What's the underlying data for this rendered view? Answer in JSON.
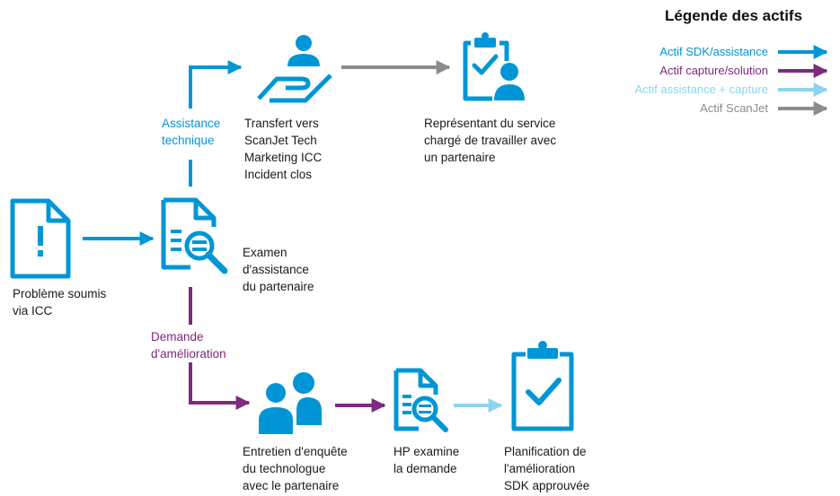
{
  "legend": {
    "title": "Légende des actifs",
    "items": [
      {
        "label": "Actif SDK/assistance",
        "color": "#0096d6"
      },
      {
        "label": "Actif capture/solution",
        "color": "#7d2a7f"
      },
      {
        "label": "Actif assistance + capture",
        "color": "#8fd3ee"
      },
      {
        "label": "Actif ScanJet",
        "color": "#8c8c8c"
      }
    ]
  },
  "nodes": {
    "issue": "Problème soumis\nvia ICC",
    "review": "Examen\nd'assistance\ndu partenaire",
    "transfer": "Transfert vers\nScanJet Tech\nMarketing ICC\nIncident clos",
    "representative": "Représentant du service\nchargé de travailler avec\nun partenaire",
    "interview": "Entretien d'enquête\ndu technologue\navec le partenaire",
    "hp_review": "HP examine\nla demande",
    "planning": "Planification de\nl'amélioration\nSDK approuvée"
  },
  "branches": {
    "support": "Assistance\ntechnique",
    "improvement": "Demande\nd'amélioration"
  },
  "icons": {
    "issue": "document-alert-icon",
    "review": "document-magnifier-icon",
    "transfer": "hand-person-icon",
    "representative": "clipboard-person-icon",
    "interview": "two-people-icon",
    "hp_review": "document-magnifier-icon",
    "planning": "clipboard-check-icon"
  },
  "colors": {
    "icon": "#0096d6",
    "support": "#0096d6",
    "capture": "#7d2a7f",
    "support_capture": "#8fd3ee",
    "scanjet": "#8c8c8c"
  }
}
